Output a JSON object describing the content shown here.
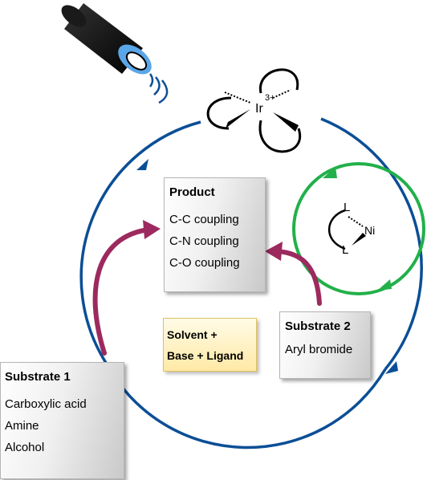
{
  "colors": {
    "outer_cycle": "#0b4e96",
    "inner_cycle": "#22b04a",
    "substrate_arrow": "#9c2a5e",
    "box_border": "#b5b5b5",
    "yellow_box": "#ffeeb0"
  },
  "icons": {
    "light_source": "lamp-icon",
    "iridium": "iridium-complex-icon",
    "nickel": "nickel-complex-icon"
  },
  "iridium_complex": {
    "metal": "Ir",
    "charge": "3+"
  },
  "nickel_complex": {
    "metal": "Ni",
    "ligand_top": "L",
    "ligand_bottom": "L"
  },
  "product_box": {
    "title": "Product",
    "items": [
      "C-C coupling",
      "C-N coupling",
      "C-O coupling"
    ]
  },
  "conditions_box": {
    "lines": [
      "Solvent +",
      "Base + Ligand"
    ]
  },
  "substrate1_box": {
    "title": "Substrate 1",
    "items": [
      "Carboxylic acid",
      "Amine",
      "Alcohol"
    ]
  },
  "substrate2_box": {
    "title": "Substrate 2",
    "items": [
      "Aryl bromide"
    ]
  }
}
